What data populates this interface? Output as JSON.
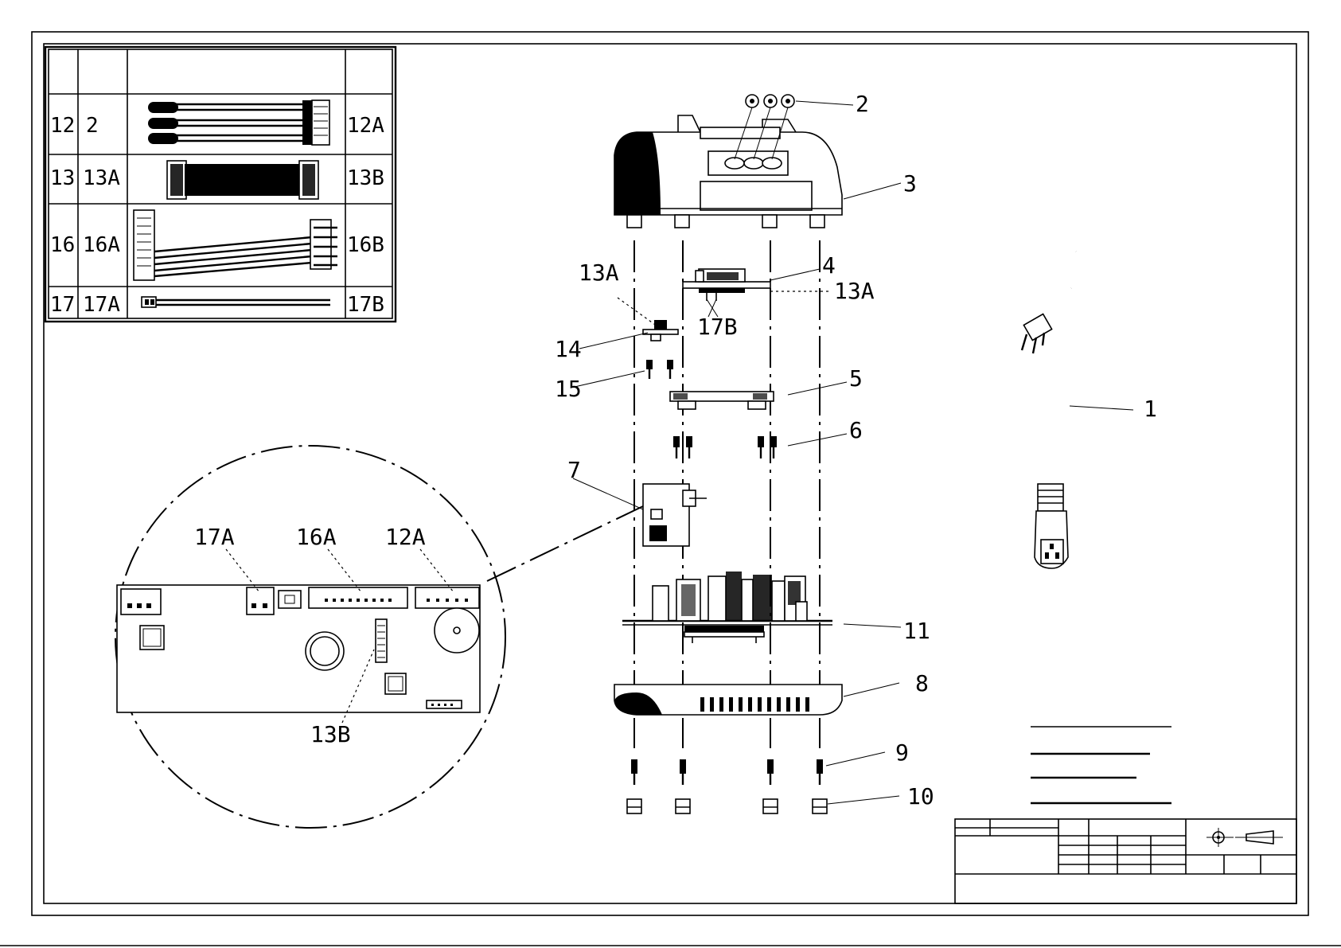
{
  "wiring_table": {
    "rows": [
      {
        "a": "12",
        "b": "2",
        "c": "12A"
      },
      {
        "a": "13",
        "b": "13A",
        "c": "13B"
      },
      {
        "a": "16",
        "b": "16A",
        "c": "16B"
      },
      {
        "a": "17",
        "b": "17A",
        "c": "17B"
      }
    ]
  },
  "callouts": {
    "c1": "1",
    "c2": "2",
    "c3": "3",
    "c4": "4",
    "c5": "5",
    "c6": "6",
    "c7": "7",
    "c8": "8",
    "c9": "9",
    "c10": "10",
    "c11": "11",
    "c13a_left": "13A",
    "c13a_right": "13A",
    "c14": "14",
    "c15": "15",
    "c17b": "17B"
  },
  "detail": {
    "c17a": "17A",
    "c16a": "16A",
    "c12a": "12A",
    "c13b": "13B"
  }
}
